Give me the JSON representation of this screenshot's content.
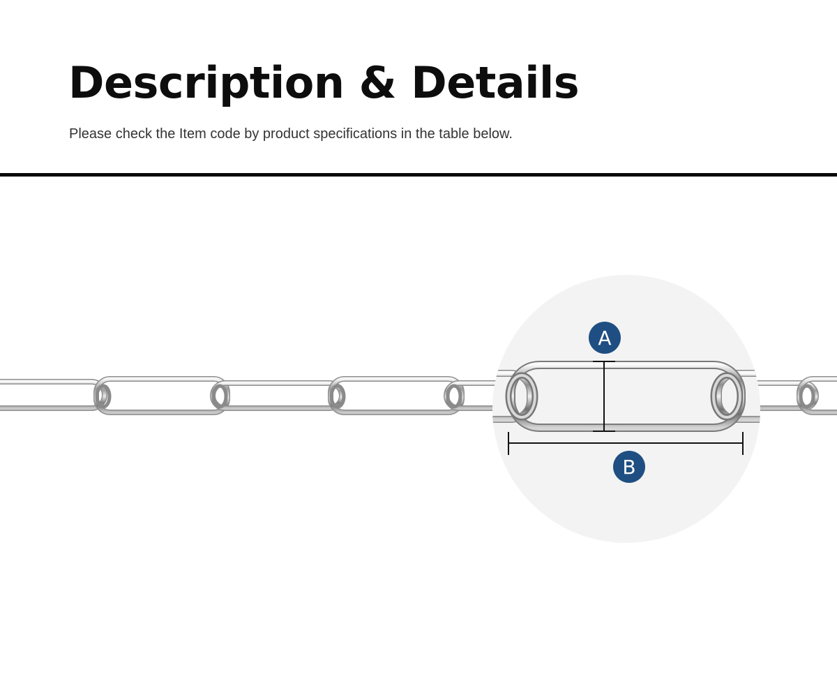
{
  "header": {
    "title": "Description & Details",
    "subtitle": "Please check the Item code by product specifications in the table below."
  },
  "illustration": {
    "labels": {
      "height_marker": "A",
      "length_marker": "B"
    },
    "colors": {
      "marker_fill": "#1f4f82",
      "zoom_circle": "#f3f3f3",
      "divider": "#0a0a0a"
    }
  }
}
